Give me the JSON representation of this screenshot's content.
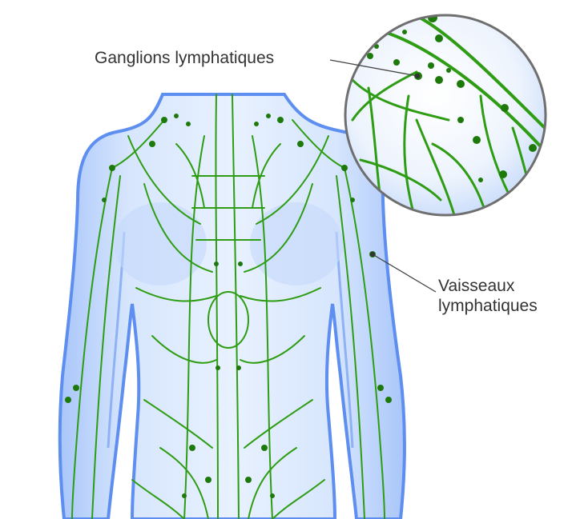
{
  "labels": {
    "lymph_nodes": "Ganglions lymphatiques",
    "lymph_vessels_line1": "Vaisseaux",
    "lymph_vessels_line2": "lymphatiques"
  },
  "colors": {
    "body_fill": "#cfe0fb",
    "body_outline": "#5d8ef0",
    "lymph_green": "#2f9d14",
    "lymph_green_dark": "#1d7a0a",
    "leader_line": "#444444",
    "label_text": "#333333"
  }
}
